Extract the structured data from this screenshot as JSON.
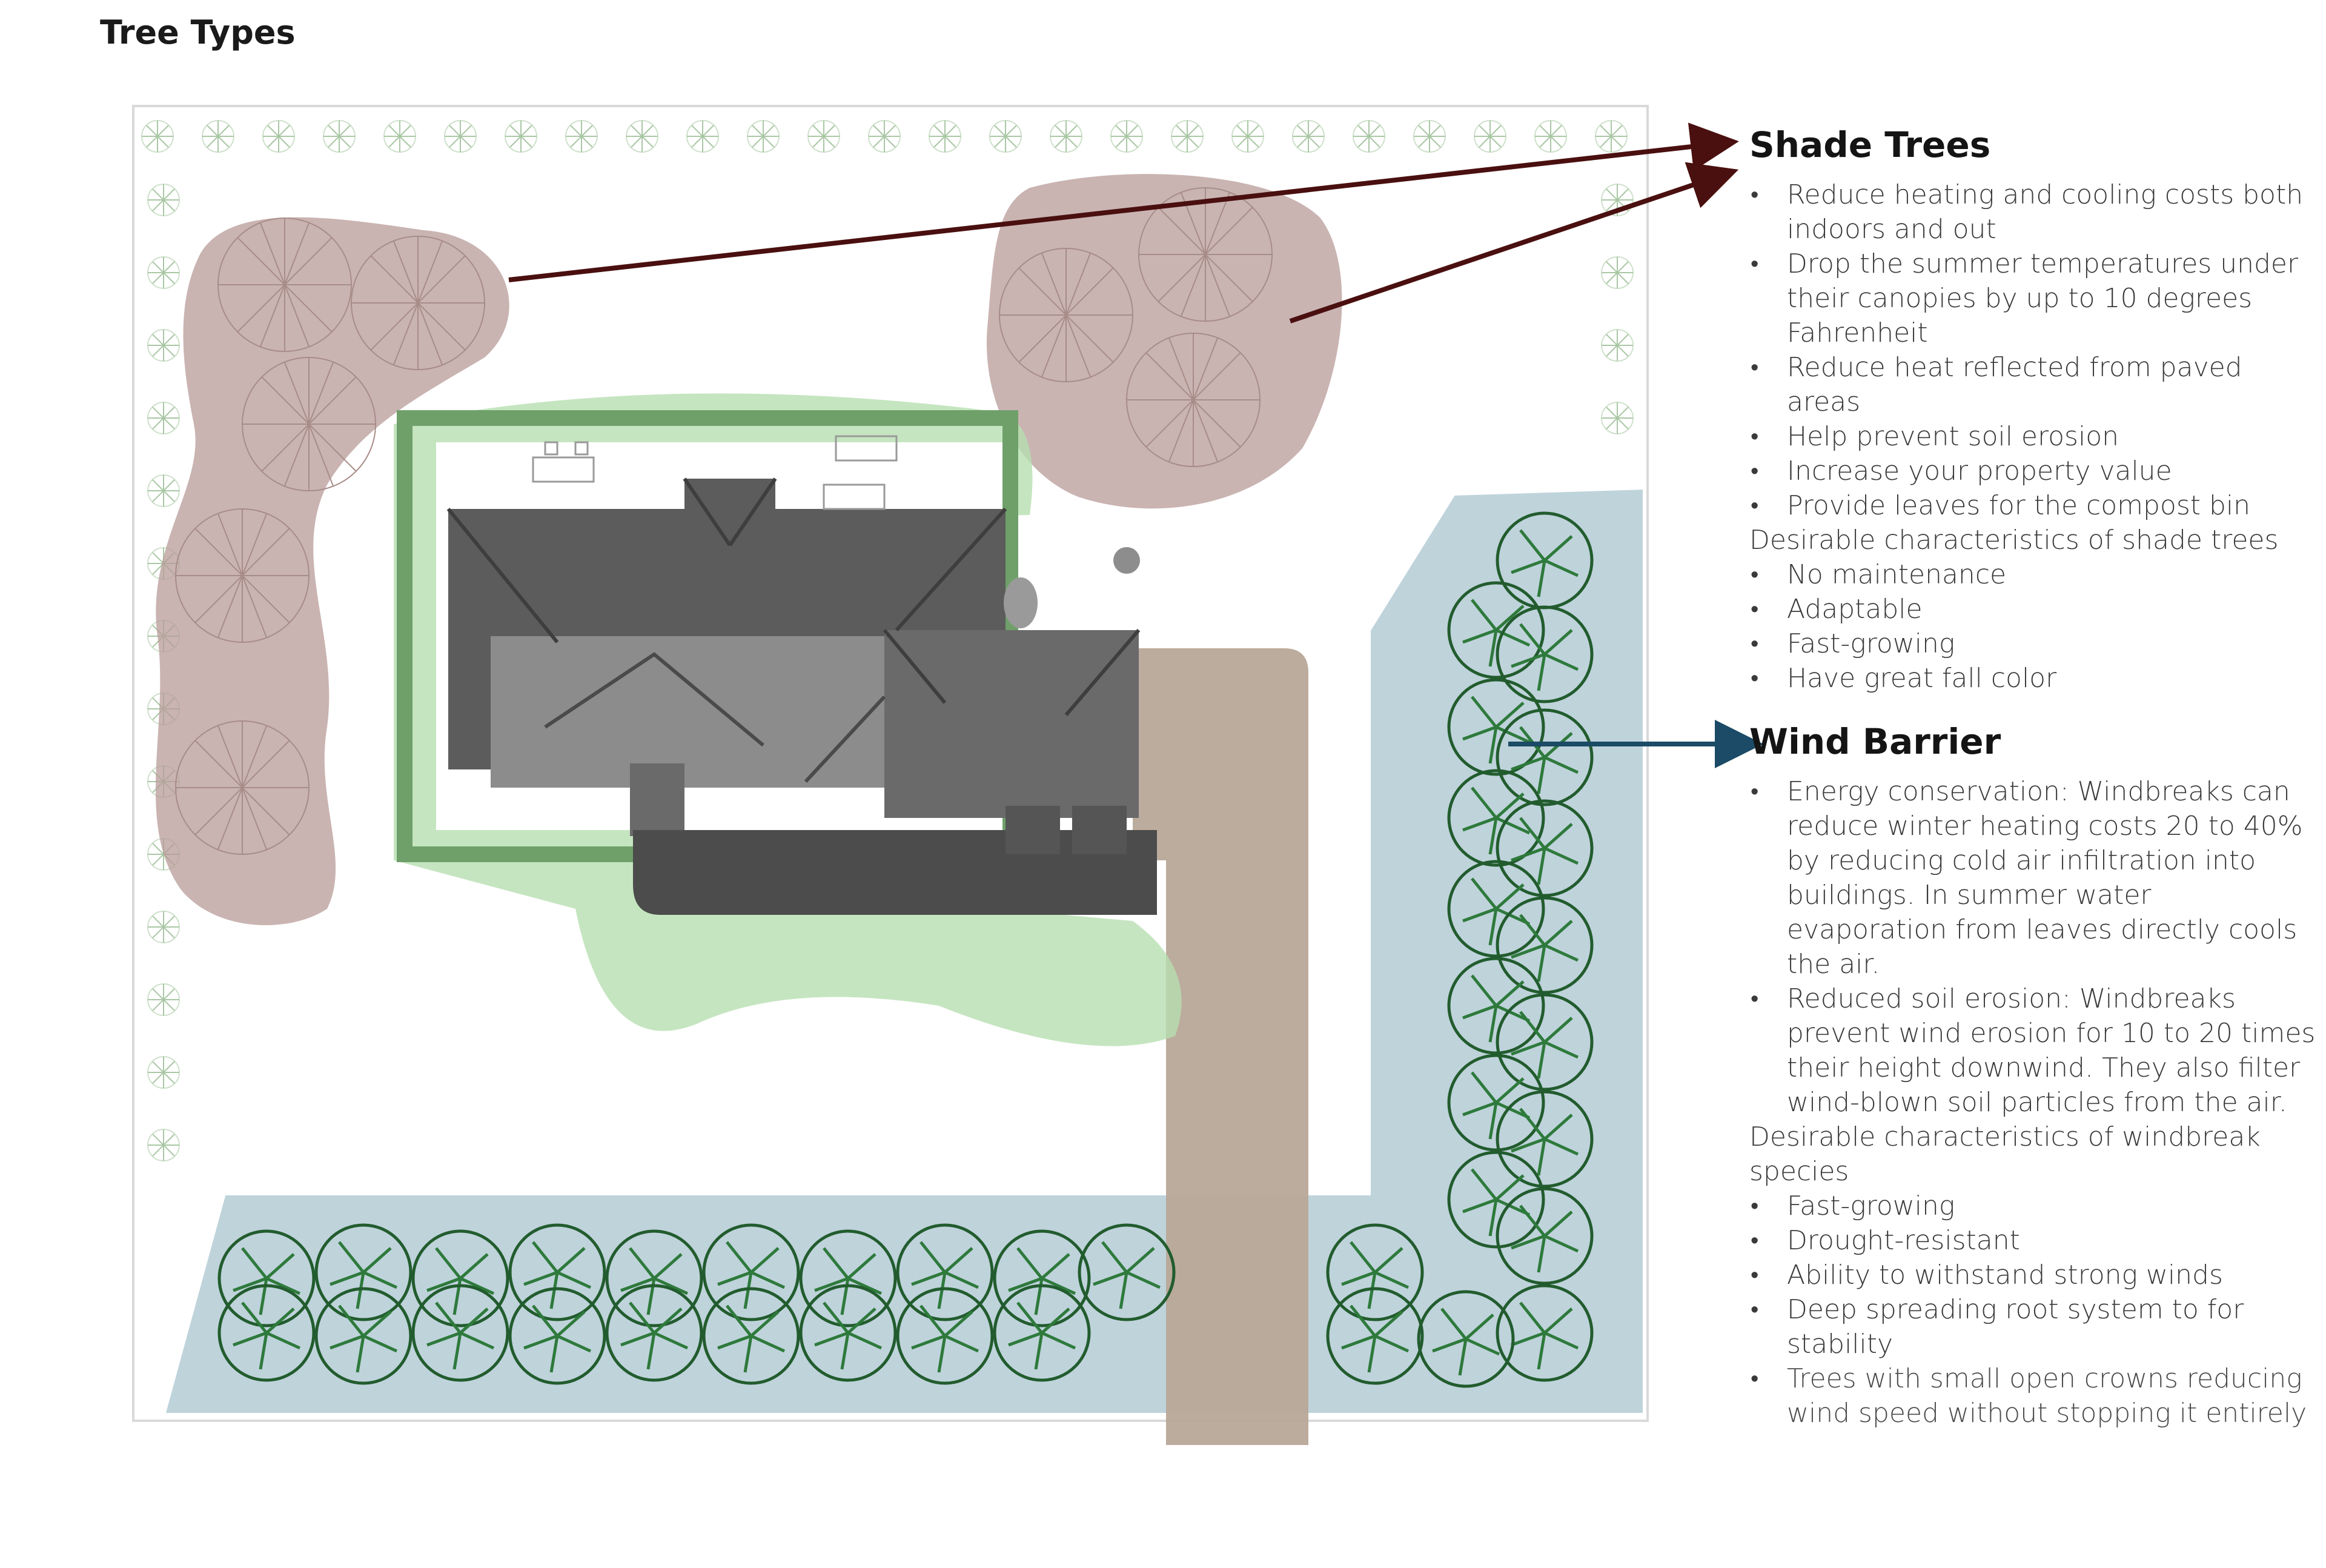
{
  "page_title": "Tree Types",
  "colors": {
    "shade_zone": "#b79b98",
    "wind_zone": "#a9c4cf",
    "foundation_planting": "#b6deb0",
    "driveway": "#b8a898",
    "roof": "#5c5c5c",
    "shade_arrow": "#4a0f0f",
    "wind_arrow": "#1b4b66",
    "windbreak_tree": "#2e7a3c"
  },
  "shade": {
    "title": "Shade Trees",
    "benefits": [
      "Reduce heating and cooling costs both indoors and out",
      "Drop the summer temperatures under their canopies by up to 10 degrees Fahrenheit",
      "Reduce heat reflected from paved areas",
      "Help prevent soil erosion",
      "Increase your property value",
      "Provide leaves for the compost bin"
    ],
    "characteristics_heading": "Desirable characteristics of shade trees",
    "characteristics": [
      "No maintenance",
      "Adaptable",
      "Fast-growing",
      "Have great fall color"
    ]
  },
  "wind": {
    "title": "Wind Barrier",
    "benefits": [
      "Energy conservation: Windbreaks can reduce winter heating costs 20 to 40% by reducing cold air infiltration into buildings. In summer water evaporation from leaves directly cools the air.",
      "Reduced soil erosion: Windbreaks prevent wind erosion for 10 to 20 times their height downwind. They also filter wind-blown soil particles from the air."
    ],
    "characteristics_heading": "Desirable characteristics of windbreak species",
    "characteristics": [
      "Fast-growing",
      "Drought-resistant",
      "Ability to withstand strong winds",
      "Deep spreading root system to for stability",
      "Trees with small open crowns reducing wind speed without stopping it entirely"
    ]
  }
}
